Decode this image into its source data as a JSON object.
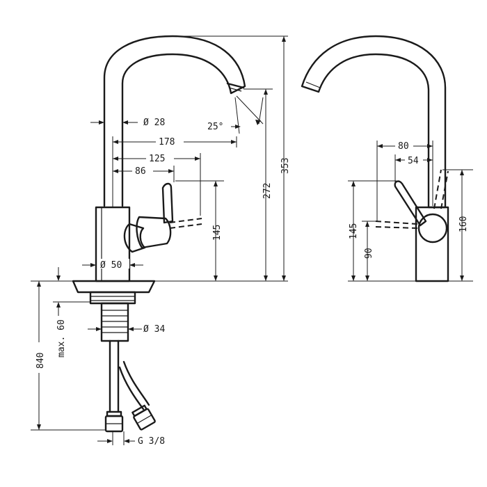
{
  "dimensions": {
    "spout_diameter": "Ø 28",
    "swivel_angle": "25°",
    "reach_178": "178",
    "reach_125": "125",
    "reach_86": "86",
    "spout_height": "272",
    "total_height": "353",
    "lever_height_front": "145",
    "body_diameter": "Ø 50",
    "thread_diameter": "Ø 34",
    "max_deck": "max. 60",
    "hose_length": "840",
    "connection": "G 3/8",
    "side_80": "80",
    "side_54": "54",
    "side_145": "145",
    "side_90": "90",
    "side_160": "160"
  }
}
